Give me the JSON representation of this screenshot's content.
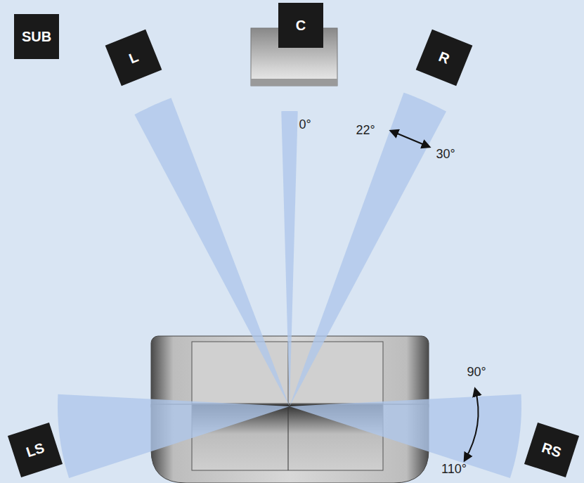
{
  "diagram": {
    "nodes": [
      {
        "text": [
          "SUB"
        ]
      },
      {
        "text": [
          "L"
        ]
      },
      {
        "text": [
          "C"
        ]
      },
      {
        "text": [
          "R"
        ]
      },
      {
        "text": [
          "LS"
        ]
      },
      {
        "text": [
          "RS"
        ]
      }
    ],
    "labels": [
      "0°",
      "22°",
      "30°",
      "90°",
      "110°"
    ]
  }
}
